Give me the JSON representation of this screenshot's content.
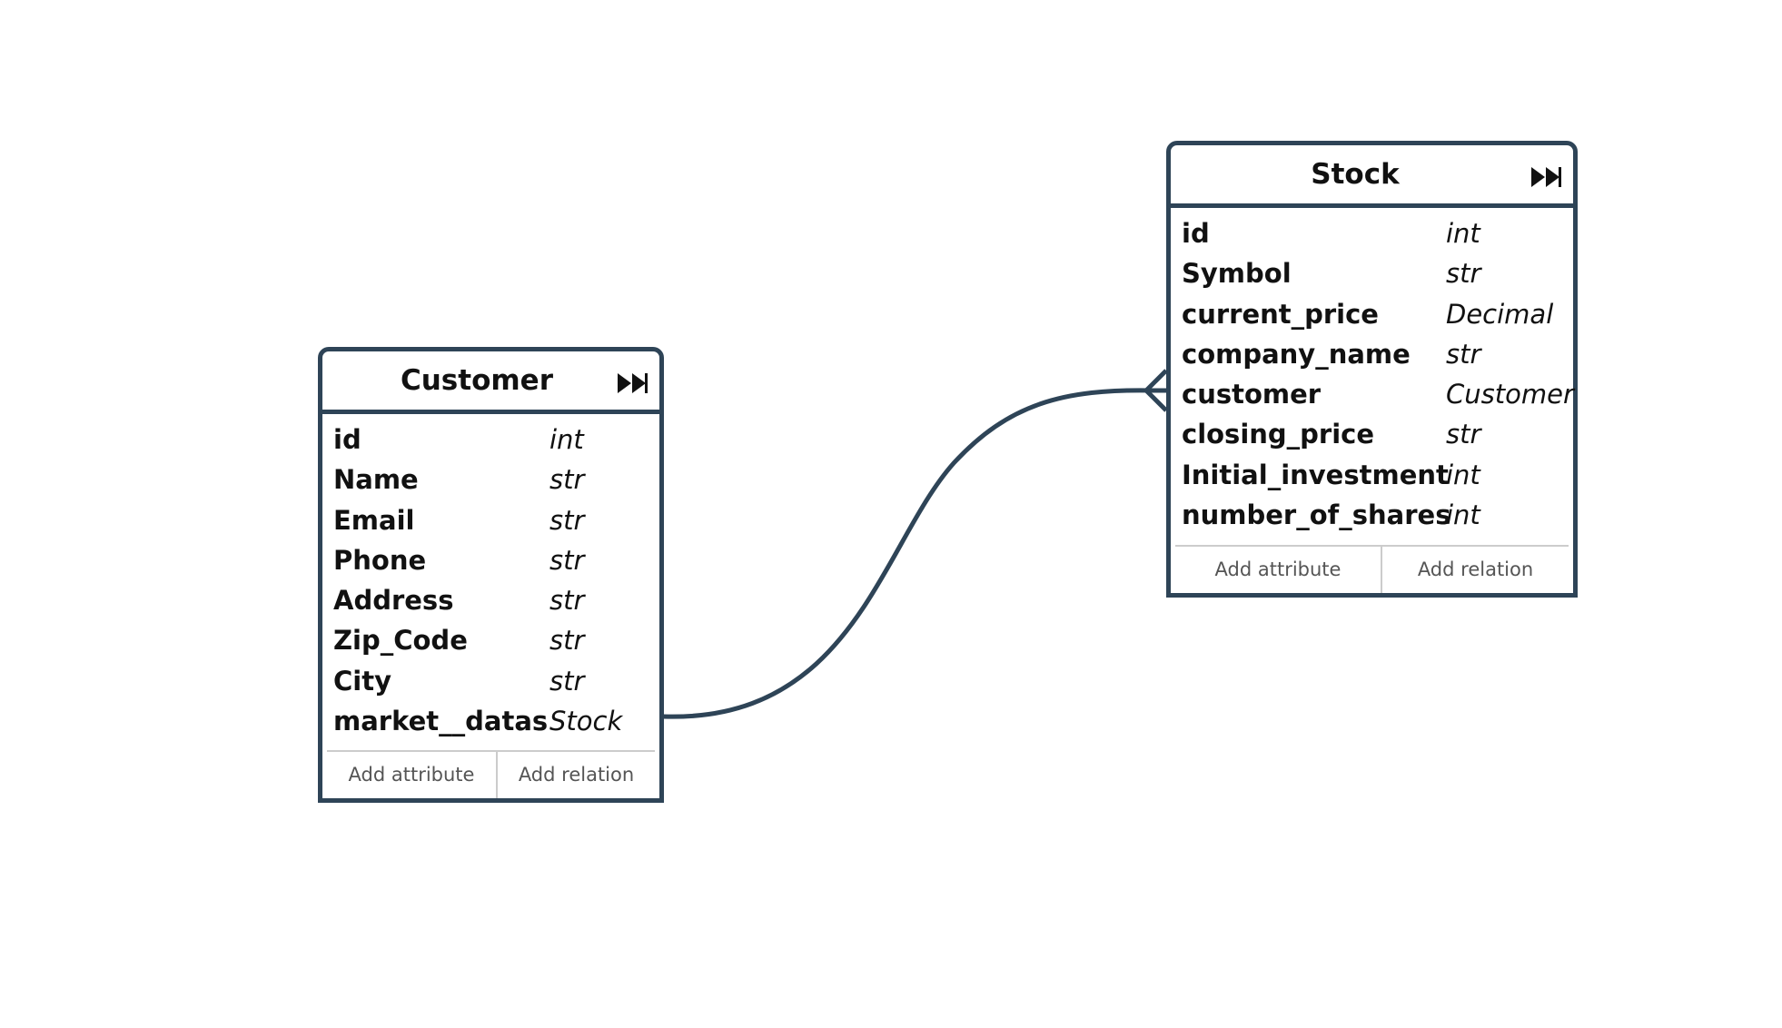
{
  "entities": {
    "customer": {
      "title": "Customer",
      "attributes": [
        {
          "name": "id",
          "type": "int"
        },
        {
          "name": "Name",
          "type": "str"
        },
        {
          "name": "Email",
          "type": "str"
        },
        {
          "name": "Phone",
          "type": "str"
        },
        {
          "name": "Address",
          "type": "str"
        },
        {
          "name": "Zip_Code",
          "type": "str"
        },
        {
          "name": "City",
          "type": "str"
        },
        {
          "name": "market__datas",
          "type": "Stock"
        }
      ],
      "add_attribute_label": "Add attribute",
      "add_relation_label": "Add relation"
    },
    "stock": {
      "title": "Stock",
      "attributes": [
        {
          "name": "id",
          "type": "int"
        },
        {
          "name": "Symbol",
          "type": "str"
        },
        {
          "name": "current_price",
          "type": "Decimal"
        },
        {
          "name": "company_name",
          "type": "str"
        },
        {
          "name": "customer",
          "type": "Customer"
        },
        {
          "name": "closing_price",
          "type": "str"
        },
        {
          "name": "Initial_investment",
          "type": "int"
        },
        {
          "name": "number_of_shares",
          "type": "int"
        }
      ],
      "add_attribute_label": "Add attribute",
      "add_relation_label": "Add relation"
    }
  },
  "relation": {
    "from": "market__datas",
    "to": "customer",
    "end_marker": "crows-foot-many-icon"
  },
  "icons": {
    "expand": "fast-forward-icon"
  },
  "colors": {
    "border": "#2e4457",
    "text": "#111111",
    "footer_text": "#555555",
    "divider": "#cccccc"
  }
}
